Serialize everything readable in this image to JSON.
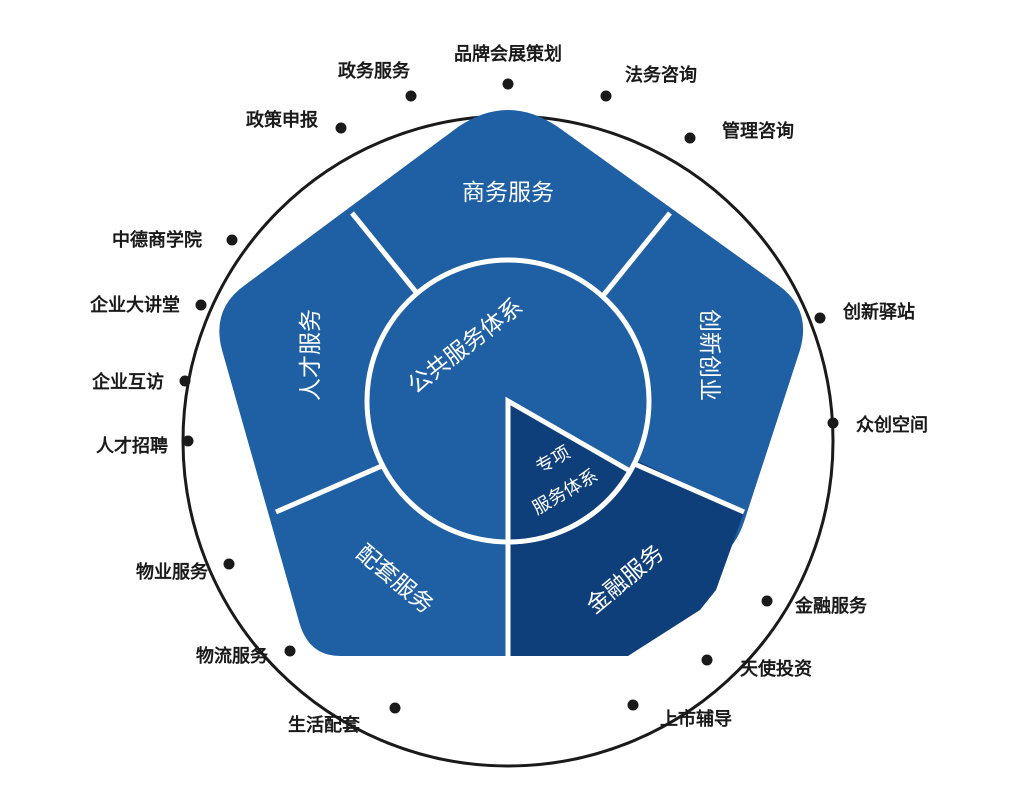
{
  "center": {
    "label": "公共服务体系"
  },
  "special": {
    "line1": "专项",
    "line2": "服务体系"
  },
  "segments": {
    "business": {
      "label": "商务服务"
    },
    "innovation": {
      "label": "创新创业"
    },
    "finance": {
      "label": "金融服务"
    },
    "support": {
      "label": "配套服务"
    },
    "talent": {
      "label": "人才服务"
    }
  },
  "outer_items": [
    "品牌会展策划",
    "法务咨询",
    "管理咨询",
    "创新驿站",
    "众创空间",
    "金融服务",
    "天使投资",
    "上市辅导",
    "生活配套",
    "物流服务",
    "物业服务",
    "人才招聘",
    "企业互访",
    "企业大讲堂",
    "中德商学院",
    "政策申报",
    "政务服务"
  ],
  "colors": {
    "primary": "#1f5fa3",
    "dark": "#0f3f7a",
    "divider": "#ffffff",
    "ring": "#1a1a1a",
    "text": "#1a1a1a"
  }
}
